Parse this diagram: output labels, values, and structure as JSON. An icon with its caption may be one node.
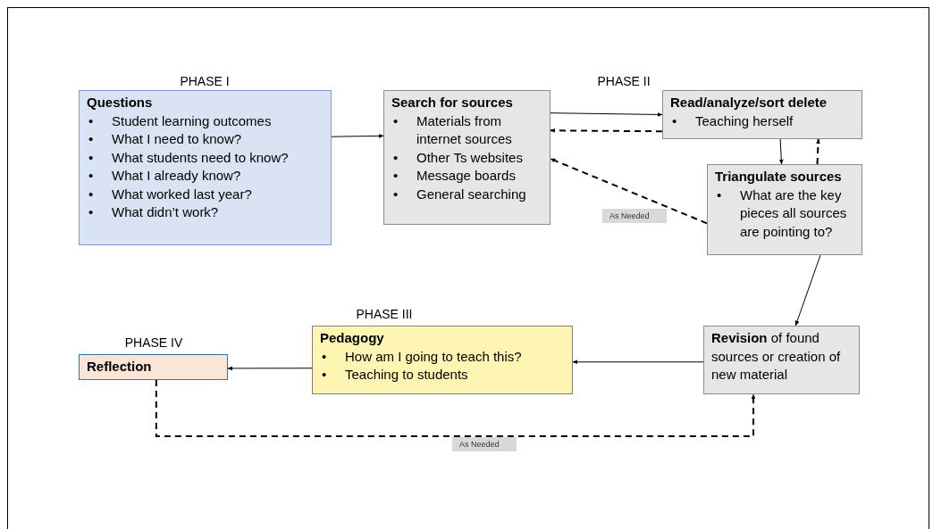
{
  "diagram": {
    "nodes": [
      {
        "text": [
          "Questions",
          "•",
          "Student learning outcomes",
          "•",
          "What I need to know?",
          "•",
          "What students need to know?",
          "•",
          "What I already know?",
          "•",
          "What worked last year?",
          "•",
          "What didn’t work?"
        ],
        "beside": [
          "PHASE I"
        ]
      },
      {
        "text": [
          "Search for sources",
          "•",
          "Materials from internet sources",
          "•",
          "Other Ts websites",
          "•",
          "Message boards",
          "•",
          "General searching"
        ]
      },
      {
        "text": [
          "Read/analyze/sort delete",
          "•",
          "Teaching herself"
        ]
      },
      {
        "text": [
          "Triangulate sources",
          "•",
          "What are the key pieces all sources are pointing to?"
        ]
      },
      {
        "text": [
          "**Revision** of found sources or creation of new material"
        ]
      },
      {
        "text": [
          "Pedagogy",
          "•",
          "How am I going to teach this?",
          "•",
          "Teaching to students"
        ],
        "beside": [
          "PHASE III"
        ]
      },
      {
        "text": [
          "Reflection"
        ],
        "beside": [
          "PHASE IV"
        ]
      }
    ],
    "edges": [
      {
        "from": 0,
        "to": 1,
        "arrow": "to"
      },
      {
        "from": 1,
        "to": 2,
        "arrow": "to"
      },
      {
        "from": 2,
        "to": 1,
        "arrow": "to",
        "style": "dashed"
      },
      {
        "from": 2,
        "to": 3,
        "arrow": "to"
      },
      {
        "from": 3,
        "to": 2,
        "arrow": "to",
        "style": "dashed"
      },
      {
        "from": 3,
        "to": 1,
        "arrow": "to",
        "style": "dashed",
        "label": "As Needed"
      },
      {
        "from": 3,
        "to": 4,
        "arrow": "to"
      },
      {
        "from": 4,
        "to": 5,
        "arrow": "to"
      },
      {
        "from": 5,
        "to": 6,
        "arrow": "to"
      },
      {
        "from": 6,
        "to": 4,
        "arrow": "to",
        "style": "dashed",
        "label": "As Needed"
      }
    ],
    "labels": [
      "PHASE II"
    ]
  }
}
